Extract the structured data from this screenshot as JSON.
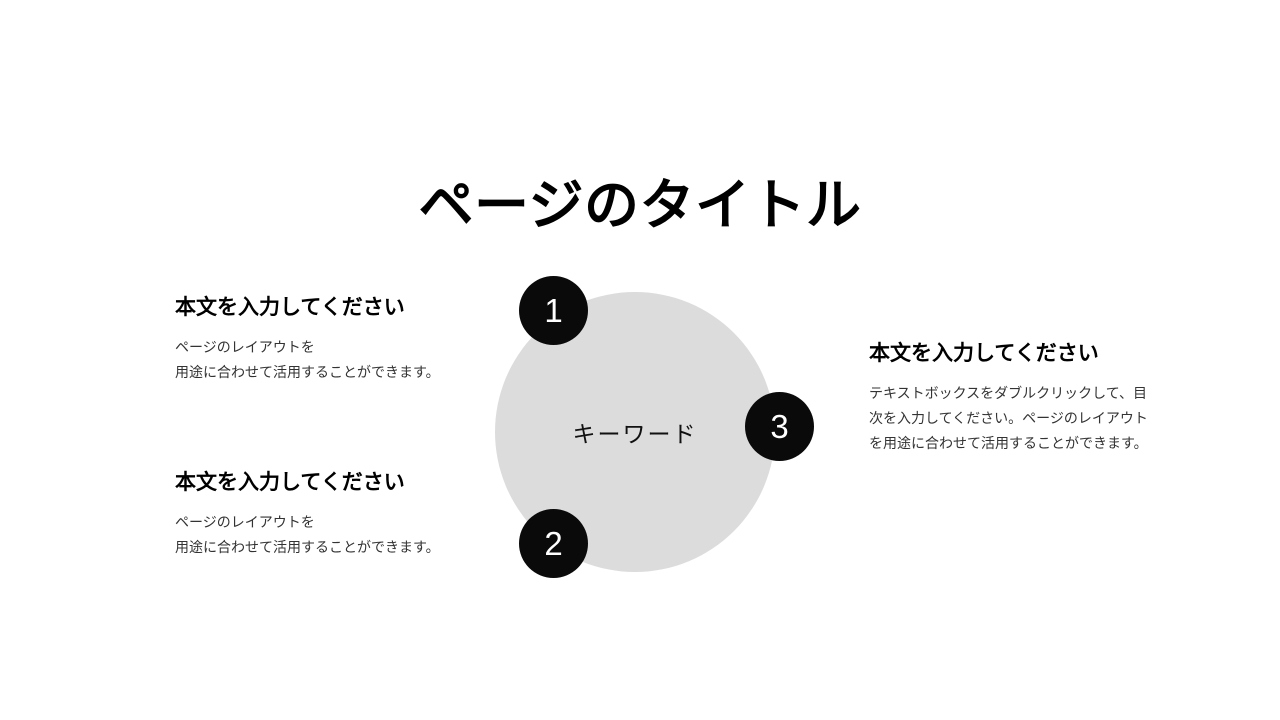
{
  "slide": {
    "title": "ページのタイトル",
    "background_color": "#ffffff",
    "accent_color": "#0a0a0a",
    "circle_color": "#dcdcdc"
  },
  "center": {
    "keyword_label": "キーワード"
  },
  "badges": [
    {
      "number": "1"
    },
    {
      "number": "2"
    },
    {
      "number": "3"
    }
  ],
  "blocks": {
    "left_top": {
      "heading": "本文を入力してください",
      "body": "ページのレイアウトを\n用途に合わせて活用することができます。"
    },
    "left_bottom": {
      "heading": "本文を入力してください",
      "body": "ページのレイアウトを\n用途に合わせて活用することができます。"
    },
    "right": {
      "heading": "本文を入力してください",
      "body": "テキストボックスをダブルクリックして、目次を入力してください。ページのレイアウトを用途に合わせて活用することができます。"
    }
  }
}
